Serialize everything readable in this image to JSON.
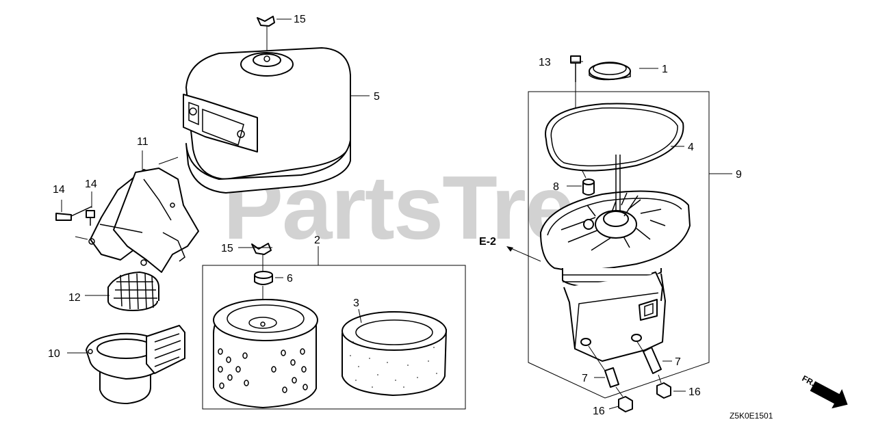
{
  "watermark": "PartsTre",
  "diagram_code": "Z5K0E1501",
  "reference_label": "E-2",
  "direction_label": "FR.",
  "callouts": [
    "15",
    "5",
    "11",
    "14",
    "14",
    "12",
    "10",
    "15",
    "2",
    "6",
    "3",
    "13",
    "1",
    "4",
    "9",
    "8",
    "7",
    "7",
    "16",
    "16"
  ]
}
